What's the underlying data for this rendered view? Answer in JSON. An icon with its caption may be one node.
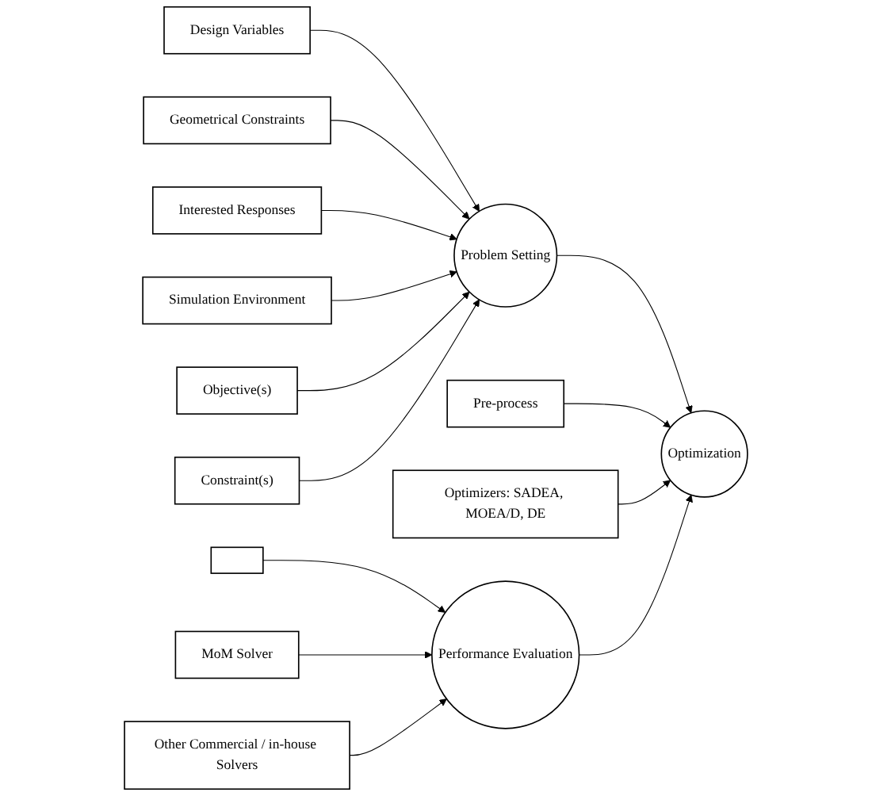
{
  "diagram": {
    "nodes": [
      {
        "text": [
          "Design Variables"
        ]
      },
      {
        "text": [
          "Geometrical Constraints"
        ]
      },
      {
        "text": [
          "Interested Responses"
        ]
      },
      {
        "text": [
          "Simulation Environment"
        ]
      },
      {
        "text": [
          "Objective(s)"
        ]
      },
      {
        "text": [
          "Constraint(s)"
        ]
      },
      {
        "text": [
          "Problem Setting"
        ]
      },
      {
        "text": [
          "Optimization"
        ]
      },
      {
        "text": [
          "Pre-process"
        ]
      },
      {
        "text": [
          "Optimizers: SADEA, MOEA/D, DE"
        ]
      },
      {
        "text": [
          "Performance Evaluation"
        ]
      },
      {
        "text": [],
        "shape": "box"
      },
      {
        "text": [
          "MoM Solver"
        ]
      },
      {
        "text": [
          "Other Commercial / in-house Solvers"
        ]
      }
    ],
    "edges": [
      {
        "from": 0,
        "to": 6,
        "arrow": "to"
      },
      {
        "from": 1,
        "to": 6,
        "arrow": "to"
      },
      {
        "from": 2,
        "to": 6,
        "arrow": "to"
      },
      {
        "from": 3,
        "to": 6,
        "arrow": "to"
      },
      {
        "from": 4,
        "to": 6,
        "arrow": "to"
      },
      {
        "from": 5,
        "to": 6,
        "arrow": "to"
      },
      {
        "from": 6,
        "to": 7,
        "arrow": "to"
      },
      {
        "from": 8,
        "to": 7,
        "arrow": "to"
      },
      {
        "from": 9,
        "to": 7,
        "arrow": "to"
      },
      {
        "from": 10,
        "to": 7,
        "arrow": "to"
      },
      {
        "from": 11,
        "to": 10,
        "arrow": "to"
      },
      {
        "from": 12,
        "to": 10,
        "arrow": "to"
      },
      {
        "from": 13,
        "to": 10,
        "arrow": "to"
      }
    ]
  }
}
